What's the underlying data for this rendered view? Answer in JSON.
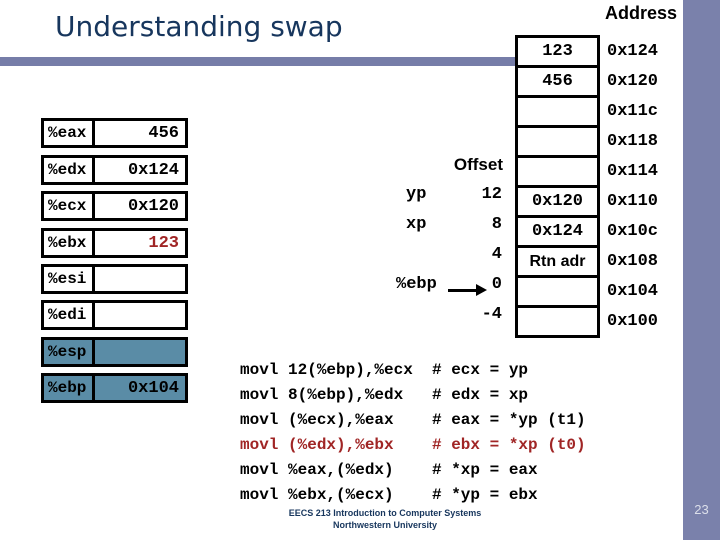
{
  "slide": {
    "title": "Understanding swap",
    "page_number": "23",
    "footer_line1": "EECS 213 Introduction to Computer Systems",
    "footer_line2": "Northwestern University"
  },
  "colors": {
    "navy_text": "#17365D",
    "bar_blue": "#7A81AB",
    "highlight_blue": "#5A8CA6",
    "red": "#A02525"
  },
  "registers": {
    "rows": [
      {
        "name": "%eax",
        "value": "456"
      },
      {
        "name": "%edx",
        "value": "0x124"
      },
      {
        "name": "%ecx",
        "value": "0x120"
      },
      {
        "name": "%ebx",
        "value": "123"
      },
      {
        "name": "%esi",
        "value": ""
      },
      {
        "name": "%edi",
        "value": ""
      },
      {
        "name": "%esp",
        "value": ""
      },
      {
        "name": "%ebp",
        "value": "0x104"
      }
    ]
  },
  "memory": {
    "address_header": "Address",
    "rows": [
      {
        "value": "123",
        "address": "0x124"
      },
      {
        "value": "456",
        "address": "0x120"
      },
      {
        "value": "",
        "address": "0x11c"
      },
      {
        "value": "",
        "address": "0x118"
      },
      {
        "value": "",
        "address": "0x114"
      },
      {
        "value": "0x120",
        "address": "0x110"
      },
      {
        "value": "0x124",
        "address": "0x10c"
      },
      {
        "value": "Rtn adr",
        "address": "0x108"
      },
      {
        "value": "",
        "address": "0x104"
      },
      {
        "value": "",
        "address": "0x100"
      }
    ]
  },
  "offsets": {
    "header": "Offset",
    "ebp_label": "%ebp",
    "yp_label": "yp",
    "xp_label": "xp",
    "yp_offset": "12",
    "xp_offset": "8",
    "rtn_offset": "4",
    "ebp_offset": "0",
    "neg_offset": "-4"
  },
  "code": {
    "lines": [
      {
        "instr": "movl 12(%ebp),%ecx",
        "comment": "# ecx = yp"
      },
      {
        "instr": "movl 8(%ebp),%edx",
        "comment": "# edx = xp"
      },
      {
        "instr": "movl (%ecx),%eax",
        "comment": "# eax = *yp (t1)"
      },
      {
        "instr": "movl (%edx),%ebx",
        "comment": "# ebx = *xp (t0)"
      },
      {
        "instr": "movl %eax,(%edx)",
        "comment": "# *xp = eax"
      },
      {
        "instr": "movl %ebx,(%ecx)",
        "comment": "# *yp = ebx"
      }
    ]
  }
}
